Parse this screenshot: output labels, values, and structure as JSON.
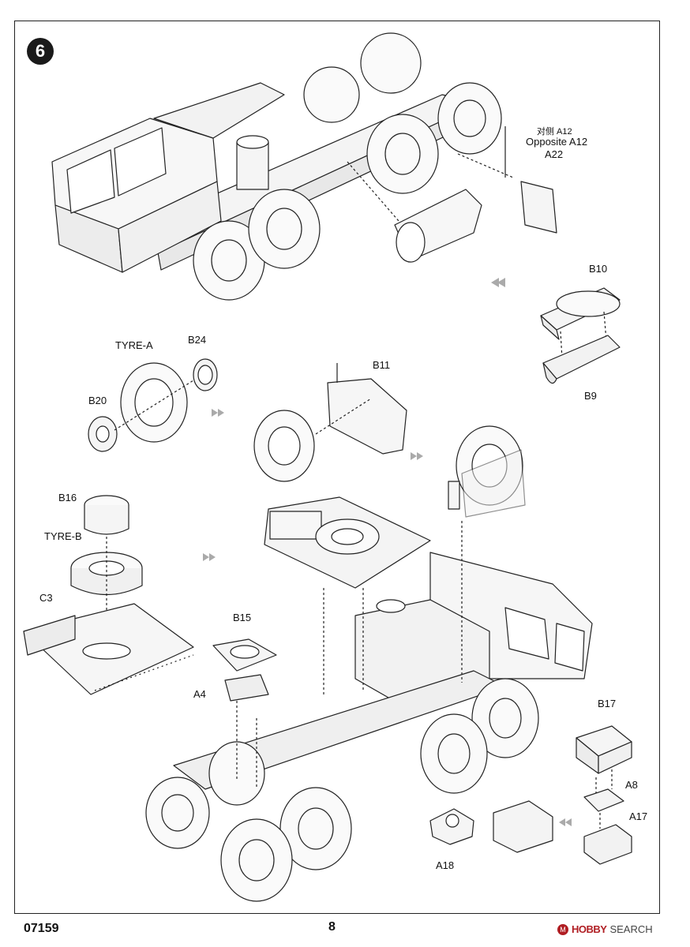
{
  "step": {
    "number": "6"
  },
  "labels": {
    "a12_cn": "对侧 A12",
    "a12_en": "Opposite A12",
    "a22": "A22",
    "b10": "B10",
    "b9": "B9",
    "tyre_a": "TYRE-A",
    "b24": "B24",
    "b20": "B20",
    "b11": "B11",
    "b16": "B16",
    "tyre_b": "TYRE-B",
    "c3": "C3",
    "b15": "B15",
    "a4": "A4",
    "b17": "B17",
    "a8": "A8",
    "a17": "A17",
    "a18": "A18"
  },
  "footer": {
    "code": "07159",
    "page": "8"
  },
  "watermark": {
    "circle_mark": "M",
    "brand": "HOBBY",
    "word": "SEARCH"
  }
}
